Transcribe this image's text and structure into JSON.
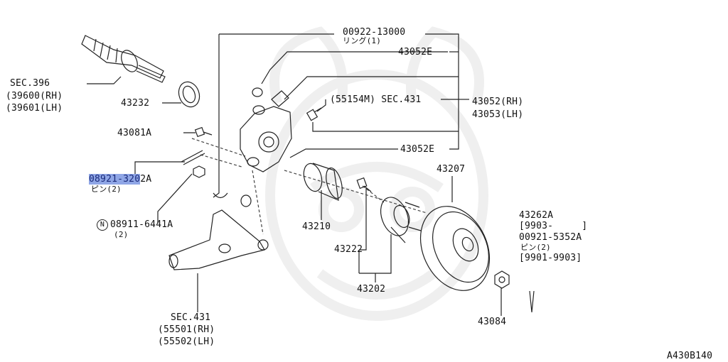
{
  "diagram_id": "A430B140",
  "colors": {
    "highlight": "#8fa6e6",
    "line": "#222222",
    "watermark": "#eeeeee"
  },
  "callouts": {
    "ring_part": "00922-13000",
    "ring_note": "リング(1)",
    "part_43052E_top": "43052E",
    "sec431_upper": "(55154M) SEC.431",
    "knuckle_rh": "43052(RH)",
    "knuckle_lh": "43053(LH)",
    "part_43052E_bottom": "43052E",
    "sec396": "SEC.396",
    "sec396_rh": "(39600(RH)",
    "sec396_lh": "(39601(LH)",
    "part_43232": "43232",
    "part_43081A": "43081A",
    "pin_part_highlight": "08921-320",
    "pin_part_rest": "2A",
    "pin_note": "ピン(2)",
    "nut_part": "08911-6441A",
    "nut_qty": "(2)",
    "nut_marker": "N",
    "part_43210": "43210",
    "part_43222": "43222",
    "part_43202": "43202",
    "part_43207": "43207",
    "part_43084": "43084",
    "part_43262A": "43262A",
    "date_range_1": "[9903-     ]",
    "part_00921": "00921-5352A",
    "pin_note_2": "ピン(2)",
    "date_range_2": "[9901-9903]",
    "sec431_lower": "SEC.431",
    "arm_rh": "(55501(RH)",
    "arm_lh": "(55502(LH)"
  }
}
